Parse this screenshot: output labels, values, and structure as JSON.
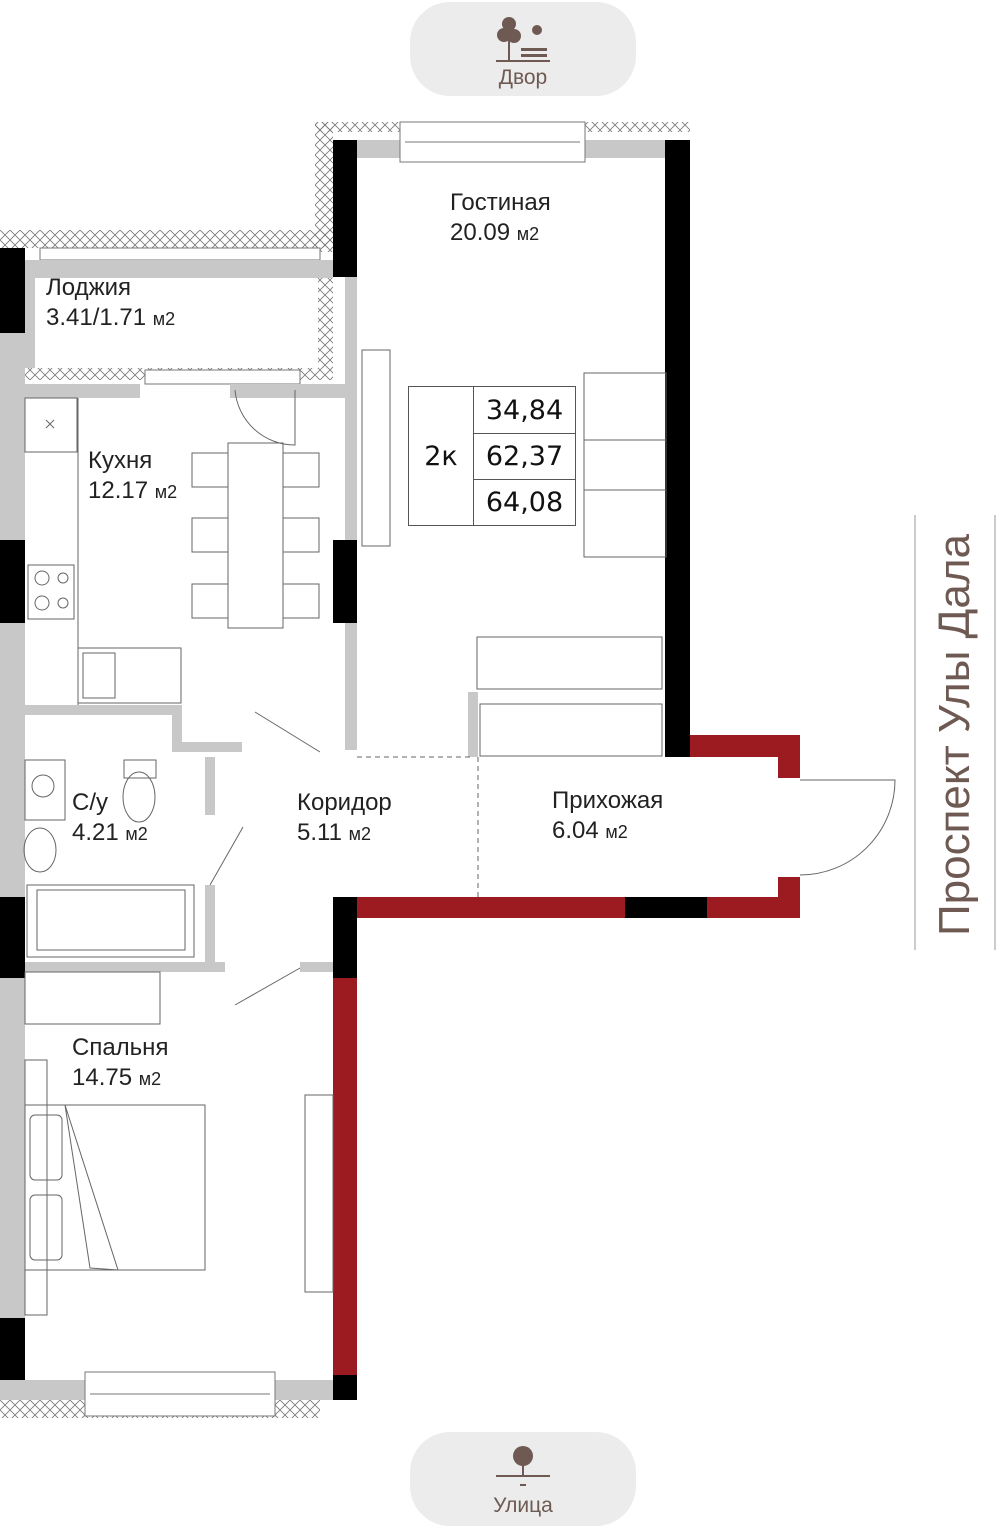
{
  "top_badge": {
    "label": "Двор",
    "icon": "courtyard-tree-bench-icon"
  },
  "bottom_badge": {
    "label": "Улица",
    "icon": "street-tree-icon"
  },
  "street_name": "Проспект Улы Дала",
  "apartment": {
    "rooms": "2к",
    "living_area": "34,84",
    "total_area": "62,37",
    "total_with_loggia": "64,08"
  },
  "rooms": [
    {
      "name": "Гостиная",
      "area": "20.09",
      "unit": "м2"
    },
    {
      "name": "Лоджия",
      "area": "3.41/1.71",
      "unit": "м2"
    },
    {
      "name": "Кухня",
      "area": "12.17",
      "unit": "м2"
    },
    {
      "name": "С/у",
      "area": "4.21",
      "unit": "м2"
    },
    {
      "name": "Коридор",
      "area": "5.11",
      "unit": "м2"
    },
    {
      "name": "Прихожая",
      "area": "6.04",
      "unit": "м2"
    },
    {
      "name": "Спальня",
      "area": "14.75",
      "unit": "м2"
    }
  ],
  "colors": {
    "wall_grey": "#c8c8c8",
    "wall_black": "#000000",
    "wall_red": "#9b1b20",
    "brand": "#6e5a52"
  }
}
